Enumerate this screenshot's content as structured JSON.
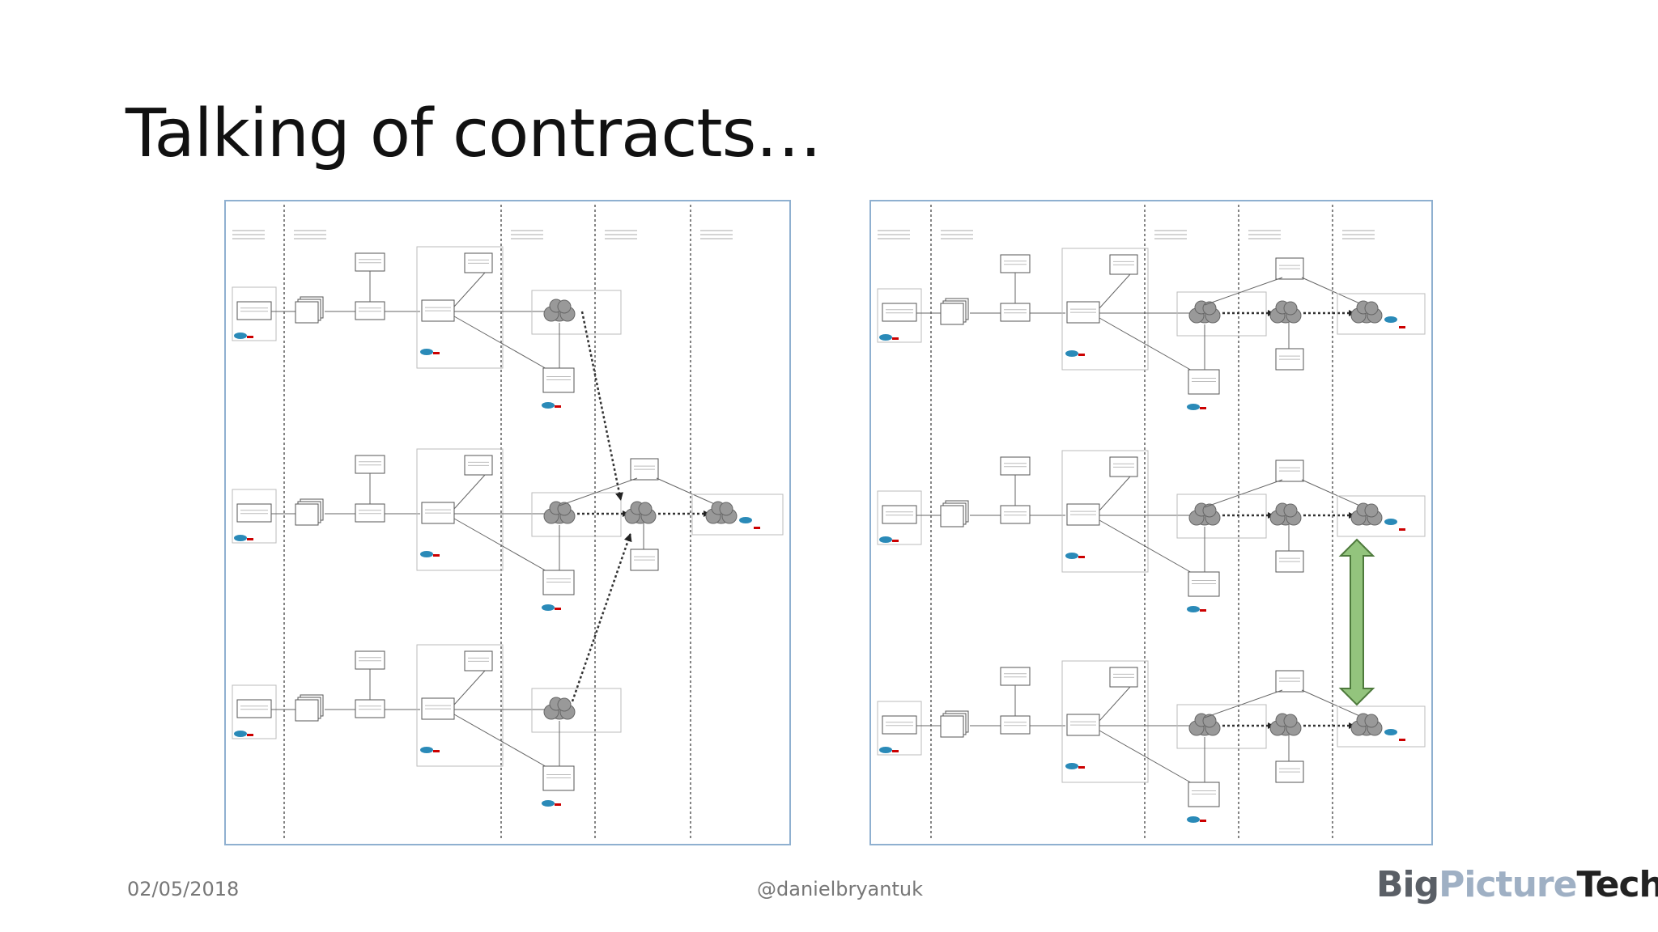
{
  "slide": {
    "title": "Talking of contracts…",
    "date": "02/05/2018",
    "handle": "@danielbryantuk",
    "logo": {
      "part1": "Big",
      "part2": "Picture",
      "part3": "Tech"
    }
  },
  "colors": {
    "panel_border": "#8fb0d0",
    "accent_arrow": "#93c47d",
    "marker_red": "#cc0000"
  },
  "diagrams": [
    {
      "name": "pipelines-with-cross-dependencies",
      "rows": 3,
      "extra_stages_per_row": [
        0,
        2,
        0
      ]
    },
    {
      "name": "independent-pipelines",
      "rows": 3,
      "extra_stages_per_row": [
        2,
        2,
        2
      ]
    }
  ]
}
